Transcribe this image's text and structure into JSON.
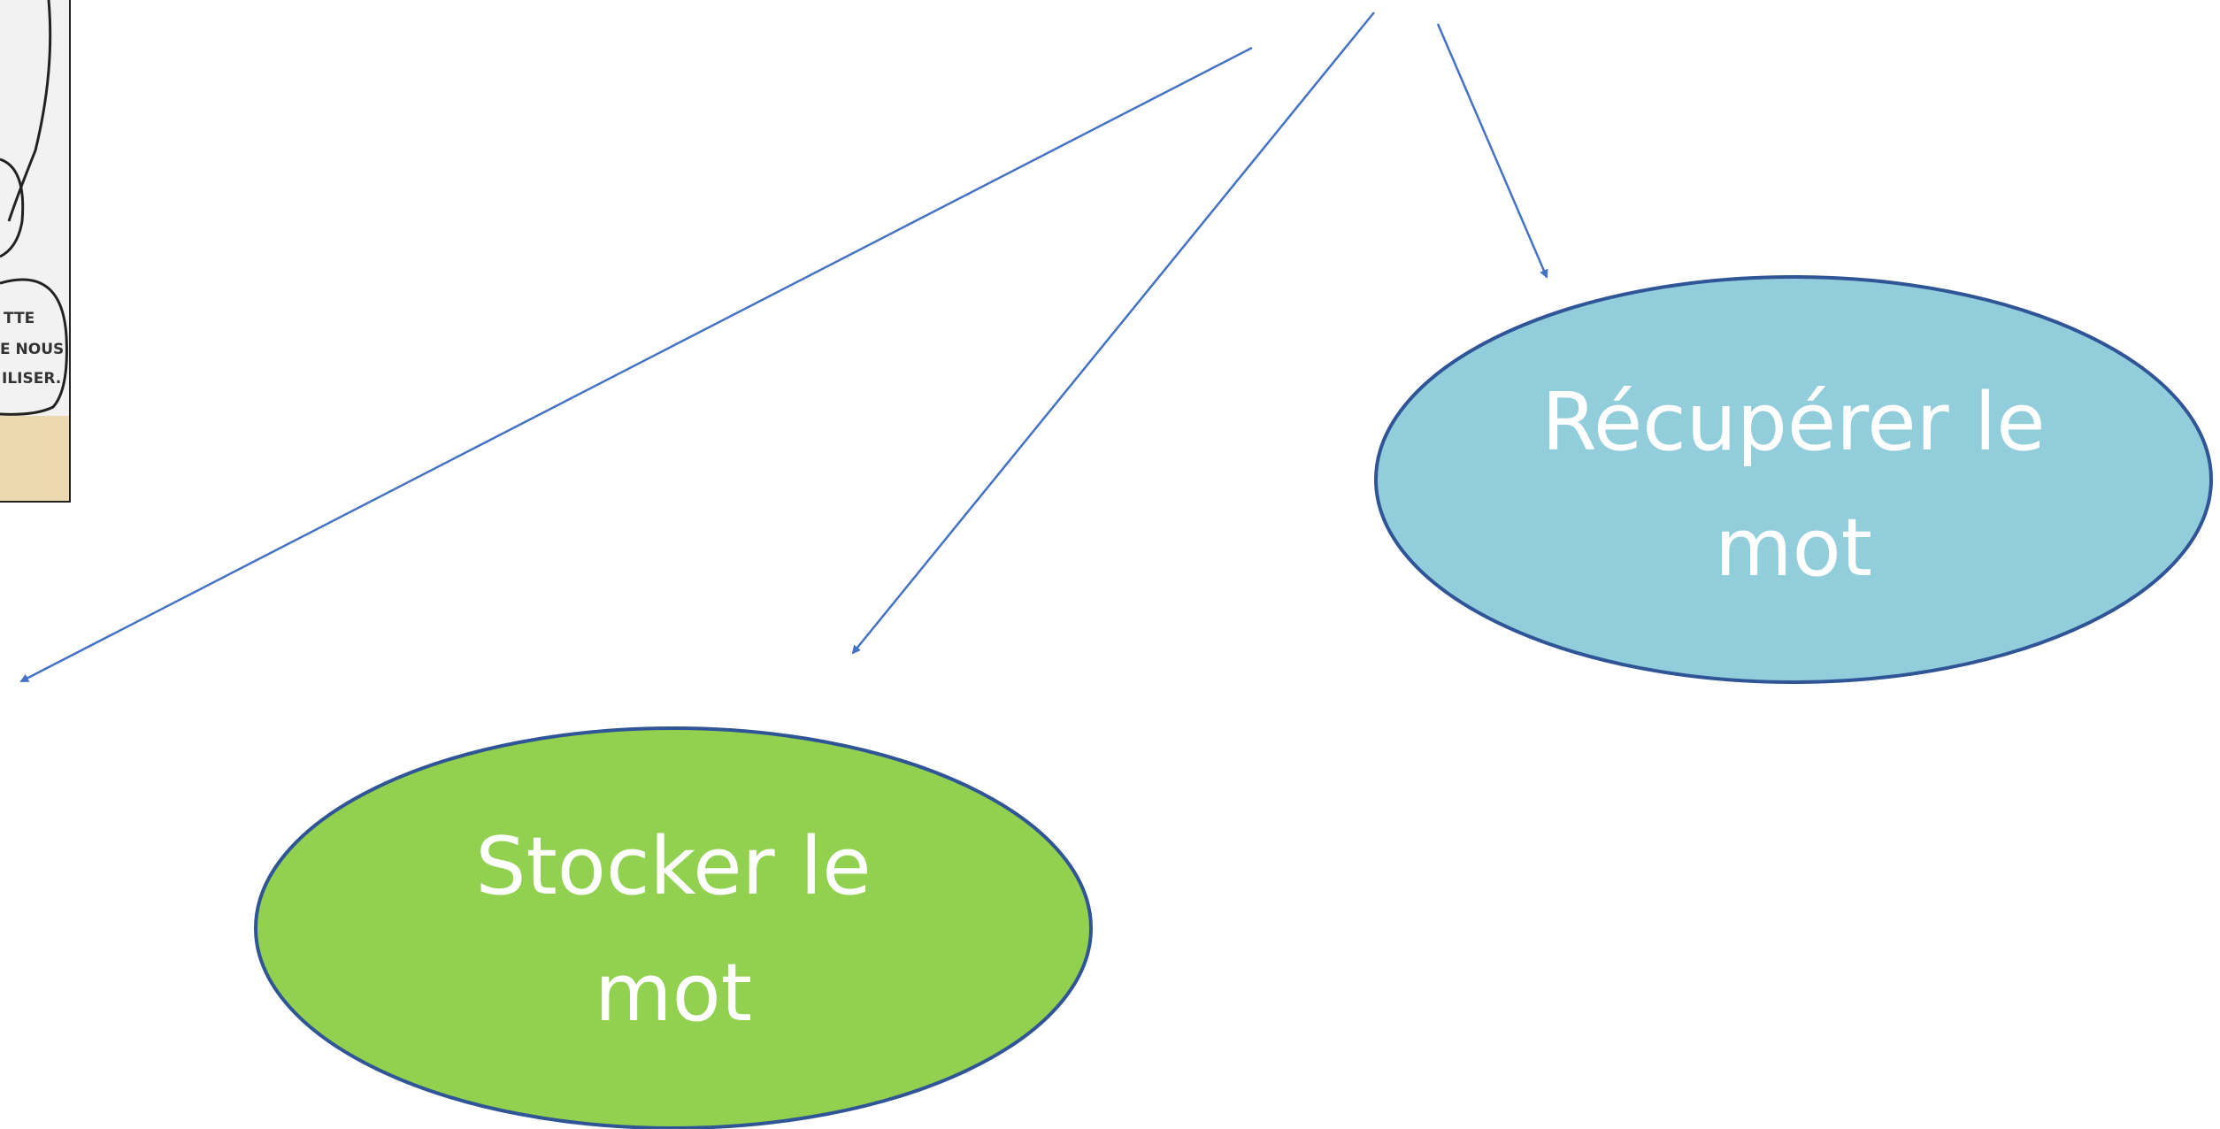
{
  "comic_fragment": {
    "lines": [
      "TTE",
      "E NOUS",
      "ILISER."
    ]
  },
  "nodes": {
    "retrieve": {
      "label_lines": [
        "Récupérer le",
        "mot"
      ],
      "fill": "#92cddc",
      "stroke": "#2f5597"
    },
    "store": {
      "label_lines": [
        "Stocker le",
        "mot"
      ],
      "fill": "#92d050",
      "stroke": "#2f5597"
    }
  },
  "colors": {
    "arrow": "#4472c4"
  }
}
